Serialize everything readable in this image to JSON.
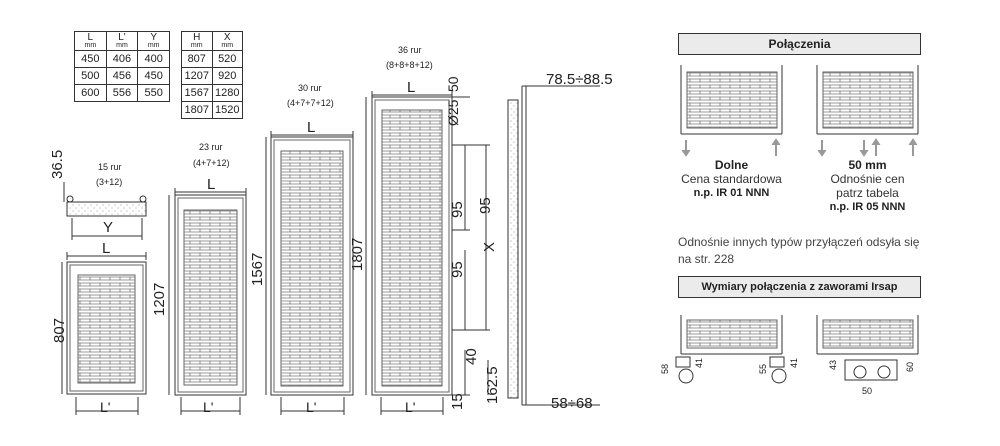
{
  "table_widths": {
    "headers": [
      {
        "label": "L",
        "unit": "mm"
      },
      {
        "label": "L'",
        "unit": "mm"
      },
      {
        "label": "Y",
        "unit": "mm"
      }
    ],
    "rows": [
      [
        "450",
        "406",
        "400"
      ],
      [
        "500",
        "456",
        "450"
      ],
      [
        "600",
        "556",
        "550"
      ]
    ]
  },
  "table_heights": {
    "headers": [
      {
        "label": "H",
        "unit": "mm"
      },
      {
        "label": "X",
        "unit": "mm"
      }
    ],
    "rows": [
      [
        "807",
        "520"
      ],
      [
        "1207",
        "920"
      ],
      [
        "1567",
        "1280"
      ],
      [
        "1807",
        "1520"
      ]
    ]
  },
  "radiators": [
    {
      "tubes": "15 rur",
      "groups": "(3+12)",
      "height": "807"
    },
    {
      "tubes": "23 rur",
      "groups": "(4+7+12)",
      "height": "1207"
    },
    {
      "tubes": "30 rur",
      "groups": "(4+7+7+12)",
      "height": "1567"
    },
    {
      "tubes": "36 rur",
      "groups": "(8+8+8+12)",
      "height": "1807"
    }
  ],
  "dim_labels": {
    "L": "L",
    "L_prime": "L'",
    "Y": "Y",
    "X": "X",
    "top_offset": "36.5",
    "pipe_diameter": "Ø25",
    "top_gap": "50",
    "spacing": "95",
    "bottom_gap_a": "40",
    "bottom_gap_b": "15",
    "bottom_gap_c": "162.5",
    "depth_top": "78.5÷88.5",
    "depth_bottom": "58÷68"
  },
  "connections": {
    "title": "Połączenia",
    "bottom": {
      "name": "Dolne",
      "desc": "Cena standardowa",
      "code": "n.p. IR 01 NNN"
    },
    "mm50": {
      "name": "50 mm",
      "desc1": "Odnośnie cen",
      "desc2": "patrz tabela",
      "code": "n.p. IR 05 NNN"
    },
    "note": "Odnośnie innych typów przyłączeń odsyła się na str. 228"
  },
  "valves": {
    "title": "Wymiary połączenia z zaworami Irsap",
    "dims": [
      "58",
      "41",
      "55",
      "41",
      "43",
      "60",
      "50"
    ]
  }
}
